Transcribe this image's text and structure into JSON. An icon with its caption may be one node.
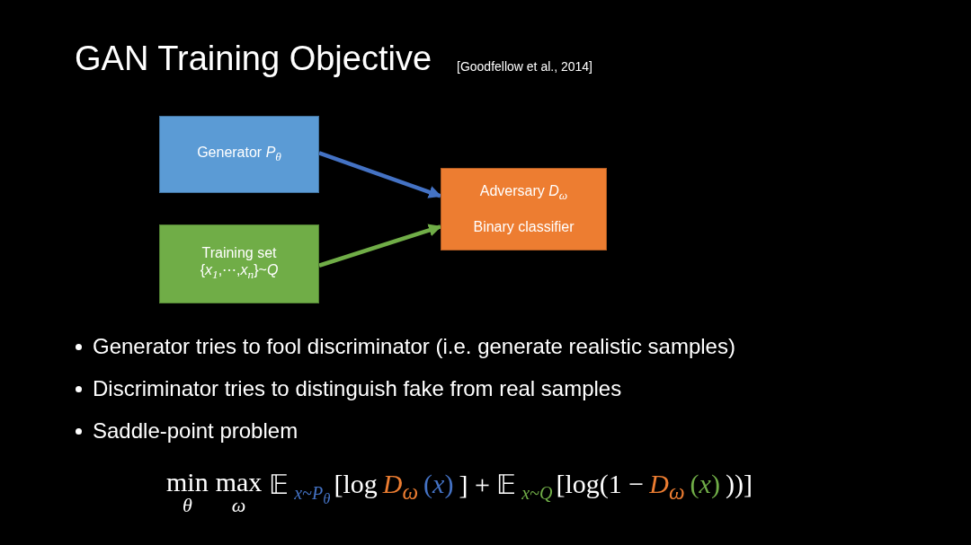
{
  "diagram": {
    "title": "GAN Training Objective",
    "nodes": [
      {
        "text": [
          "Generator *P*$_{θ}$"
        ]
      },
      {
        "text": [
          "Training set {*x*$_{1}$,⋯,*x*$_{n}$}~*Q*"
        ]
      },
      {
        "text": [
          "Adversary *D*$_{ω}$",
          "Binary classifier"
        ]
      }
    ],
    "edges": [
      {
        "from": 0,
        "to": 2,
        "arrow": "to",
        "color": "#4472c4"
      },
      {
        "from": 1,
        "to": 2,
        "arrow": "to",
        "color": "#70ad47"
      }
    ],
    "labels": [
      "[Goodfellow et al., 2014]",
      "Generator tries to fool discriminator (i.e. generate realistic samples)",
      "Discriminator tries to distinguish fake from real samples",
      "Saddle-point problem",
      "min",
      "*θ*",
      "max",
      "*ω*",
      "𝔼",
      "*x*~*P*$_{θ}$",
      "[log",
      "*D*$_{ω}$",
      "(*x*)",
      "] + 𝔼",
      "*x*~*Q*",
      "[log(1 −",
      "*D*$_{ω}$",
      "(*x*)",
      "))]"
    ]
  }
}
